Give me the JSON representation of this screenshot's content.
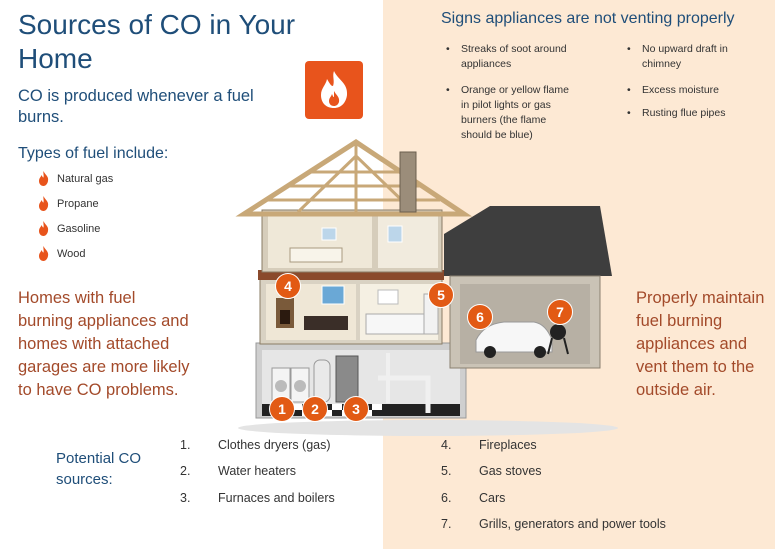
{
  "title": "Sources of CO in Your Home",
  "intro": "CO is produced whenever a fuel burns.",
  "types_heading": "Types of fuel include:",
  "fuels": [
    "Natural gas",
    "Propane",
    "Gasoline",
    "Wood"
  ],
  "homes_text": "Homes with fuel burning appliances and homes with attached garages are more likely to have CO problems.",
  "signs_heading": "Signs appliances are not venting properly",
  "signs_left": [
    "Streaks of soot around appliances",
    "Orange or yellow flame in pilot lights or gas burners (the flame should be blue)"
  ],
  "signs_right": [
    "No upward draft in chimney",
    "Excess moisture",
    "Rusting flue pipes"
  ],
  "maintain_text": "Properly maintain fuel burning appliances and vent them to the outside air.",
  "potential_label": "Potential CO sources:",
  "sources": [
    {
      "num": "1.",
      "label": "Clothes dryers (gas)"
    },
    {
      "num": "2.",
      "label": "Water heaters"
    },
    {
      "num": "3.",
      "label": "Furnaces and boilers"
    },
    {
      "num": "4.",
      "label": "Fireplaces"
    },
    {
      "num": "5.",
      "label": "Gas stoves"
    },
    {
      "num": "6.",
      "label": "Cars"
    },
    {
      "num": "7.",
      "label": "Grills, generators and power tools"
    }
  ],
  "markers": [
    "1",
    "2",
    "3",
    "4",
    "5",
    "6",
    "7"
  ],
  "colors": {
    "accent": "#e8541c",
    "title_blue": "#1f4e79",
    "warn_brown": "#a34a2a",
    "panel": "#fde9d4"
  }
}
